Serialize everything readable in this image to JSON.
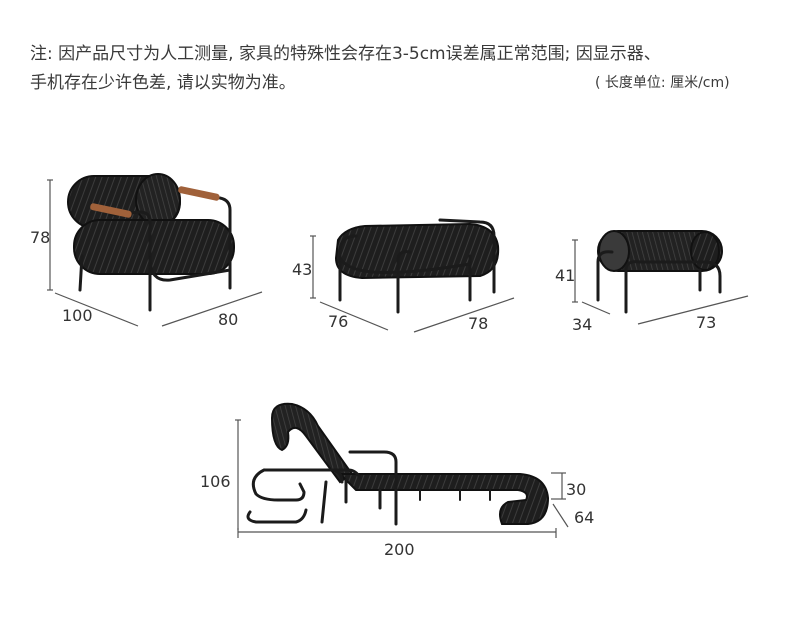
{
  "note": {
    "line1": "注: 因产品尺寸为人工测量, 家具的特殊性会存在3-5cm误差属正常范围; 因显示器、",
    "line2": "手机存在少许色差, 请以实物为准。",
    "unit": "( 长度单位: 厘米/cm)"
  },
  "armchair": {
    "height": "78",
    "width": "100",
    "depth": "80"
  },
  "ottoman": {
    "height": "43",
    "width": "76",
    "depth": "78"
  },
  "bench": {
    "height": "41",
    "depth": "34",
    "width": "73"
  },
  "lounger": {
    "height": "106",
    "length": "200",
    "seat_height": "30",
    "width": "64"
  }
}
